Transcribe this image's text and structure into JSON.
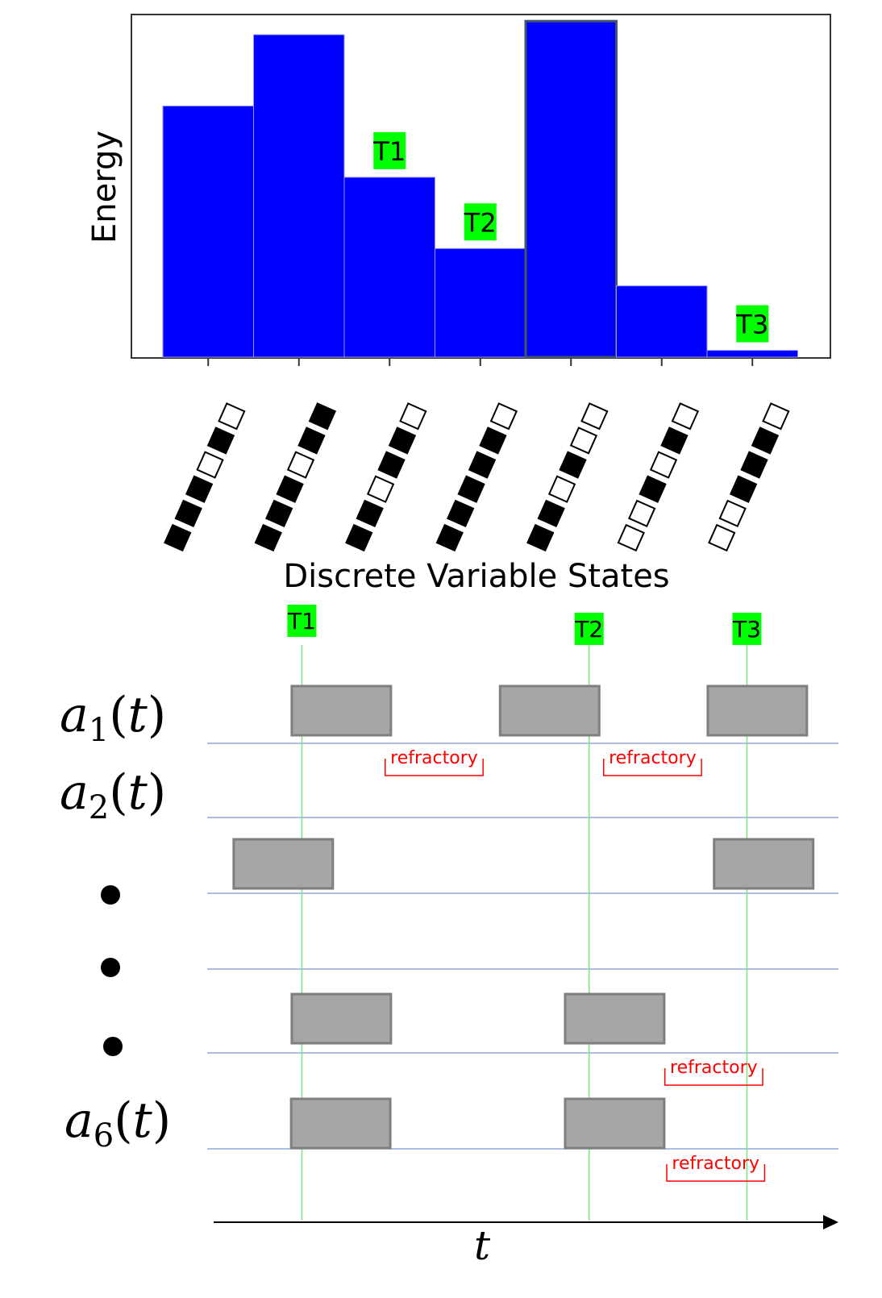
{
  "chart_data": {
    "type": "bar",
    "ylabel": "Energy",
    "xlabel": "Discrete Variable States",
    "ylim": [
      0,
      100
    ],
    "values": [
      74,
      95,
      53,
      32,
      99,
      21,
      2
    ],
    "highlighted_bar": 4,
    "bar_color": "#0000ff",
    "state_patterns": [
      "000101",
      "000100",
      "001001",
      "000001",
      "001011",
      "110101",
      "110001"
    ],
    "state_legend": {
      "0": "filled black square",
      "1": "empty square"
    },
    "annotations": [
      {
        "label": "T1",
        "bar": 2
      },
      {
        "label": "T2",
        "bar": 3
      },
      {
        "label": "T3",
        "bar": 6
      }
    ],
    "annotation_color": "#00ff00"
  },
  "timeline": {
    "markers": [
      {
        "label": "T1",
        "time": 0.15
      },
      {
        "label": "T2",
        "time": 0.605
      },
      {
        "label": "T3",
        "time": 0.855
      }
    ],
    "rows": [
      {
        "label_base": "a",
        "label_sub": "1",
        "label_arg": "(t)",
        "blocks": [
          {
            "start": 0.134,
            "end": 0.291
          },
          {
            "start": 0.464,
            "end": 0.621
          },
          {
            "start": 0.793,
            "end": 0.95
          }
        ]
      },
      {
        "label_base": "a",
        "label_sub": "2",
        "label_arg": "(t)",
        "blocks": [
          {
            "start": 0.042,
            "end": 0.199
          },
          {
            "start": 0.803,
            "end": 0.96
          }
        ]
      },
      {
        "label_base": "",
        "label_sub": "",
        "label_arg": "",
        "blocks": []
      },
      {
        "label_base": "",
        "label_sub": "",
        "label_arg": "",
        "blocks": [
          {
            "start": 0.134,
            "end": 0.291
          },
          {
            "start": 0.567,
            "end": 0.724
          }
        ]
      },
      {
        "label_base": "a",
        "label_sub": "6",
        "label_arg": "(t)",
        "blocks": [
          {
            "start": 0.133,
            "end": 0.29
          },
          {
            "start": 0.567,
            "end": 0.724
          }
        ]
      }
    ],
    "refractory_label": "refractory",
    "refractory_periods": [
      {
        "row": 0,
        "start": 0.282,
        "end": 0.437
      },
      {
        "row": 0,
        "start": 0.628,
        "end": 0.783
      },
      {
        "row": 3,
        "start": 0.725,
        "end": 0.88
      },
      {
        "row": 4,
        "start": 0.728,
        "end": 0.883
      }
    ],
    "ellipsis_dots": 3,
    "axis_label": "t",
    "block_color": "#a6a6a6",
    "refractory_color": "#ff0000",
    "gridline_color": "#8eaadb",
    "marker_line_color": "#7fe07f"
  }
}
